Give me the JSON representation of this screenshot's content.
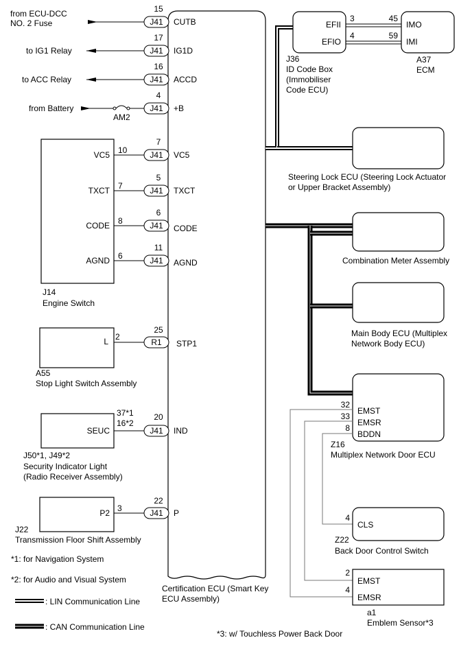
{
  "ecu": {
    "main_label_1": "Certification ECU (Smart Key",
    "main_label_2": "ECU Assembly)",
    "pins": [
      {
        "num": "15",
        "conn": "J41",
        "name": "CUTB"
      },
      {
        "num": "17",
        "conn": "J41",
        "name": "IG1D"
      },
      {
        "num": "16",
        "conn": "J41",
        "name": "ACCD"
      },
      {
        "num": "4",
        "conn": "J41",
        "name": "+B"
      },
      {
        "num": "7",
        "conn": "J41",
        "name": "VC5"
      },
      {
        "num": "5",
        "conn": "J41",
        "name": "TXCT"
      },
      {
        "num": "6",
        "conn": "J41",
        "name": "CODE"
      },
      {
        "num": "11",
        "conn": "J41",
        "name": "AGND"
      },
      {
        "num": "25",
        "conn": "R1",
        "name": "STP1"
      },
      {
        "num": "20",
        "conn": "J41",
        "name": "IND"
      },
      {
        "num": "22",
        "conn": "J41",
        "name": "P"
      }
    ]
  },
  "external": {
    "ecu_dcc_1": "from ECU-DCC",
    "ecu_dcc_2": "NO. 2 Fuse",
    "ig1_relay": "to IG1 Relay",
    "acc_relay": "to ACC Relay",
    "battery": "from Battery",
    "fuse": "AM2"
  },
  "engine_switch": {
    "code": "J14",
    "name": "Engine Switch",
    "pins": [
      {
        "label": "VC5",
        "num": "10"
      },
      {
        "label": "TXCT",
        "num": "7"
      },
      {
        "label": "CODE",
        "num": "8"
      },
      {
        "label": "AGND",
        "num": "6"
      }
    ]
  },
  "stop_light": {
    "code": "A55",
    "name": "Stop Light Switch Assembly",
    "pin_label": "L",
    "pin_num": "2"
  },
  "security": {
    "code": "J50*1, J49*2",
    "name_1": "Security Indicator Light",
    "name_2": "(Radio Receiver Assembly)",
    "pin_label": "SEUC",
    "pin_num_1": "37*1",
    "pin_num_2": "16*2"
  },
  "transmission": {
    "code": "J22",
    "name": "Transmission Floor Shift Assembly",
    "pin_label": "P2",
    "pin_num": "3"
  },
  "id_code_box": {
    "code": "J36",
    "name_1": "ID Code Box",
    "name_2": "(Immobiliser",
    "name_3": "Code ECU)",
    "pins": [
      {
        "label": "EFII",
        "num": "3"
      },
      {
        "label": "EFIO",
        "num": "4"
      }
    ]
  },
  "ecm": {
    "code": "A37",
    "name": "ECM",
    "pins": [
      {
        "label": "IMO",
        "num": "45"
      },
      {
        "label": "IMI",
        "num": "59"
      }
    ]
  },
  "steering_lock": {
    "name_1": "Steering Lock ECU (Steering Lock Actuator",
    "name_2": "or Upper Bracket Assembly)"
  },
  "combination_meter": {
    "name": "Combination Meter Assembly"
  },
  "main_body": {
    "name_1": "Main Body ECU (Multiplex",
    "name_2": "Network Body ECU)"
  },
  "door_ecu": {
    "code": "Z16",
    "name": "Multiplex Network Door ECU",
    "pins": [
      {
        "num": "32",
        "label": "EMST"
      },
      {
        "num": "33",
        "label": "EMSR"
      },
      {
        "num": "8",
        "label": "BDDN"
      }
    ]
  },
  "back_door": {
    "code": "Z22",
    "name": "Back Door Control Switch",
    "pin_label": "CLS",
    "pin_num": "4"
  },
  "emblem": {
    "code": "a1",
    "name": "Emblem Sensor*3",
    "pins": [
      {
        "num": "2",
        "label": "EMST"
      },
      {
        "num": "4",
        "label": "EMSR"
      }
    ]
  },
  "notes": {
    "n1": "*1: for Navigation System",
    "n2": "*2: for Audio and Visual System",
    "n3": "*3: w/ Touchless Power Back Door"
  },
  "legend": {
    "lin": ": LIN Communication Line",
    "can": ": CAN Communication Line"
  }
}
